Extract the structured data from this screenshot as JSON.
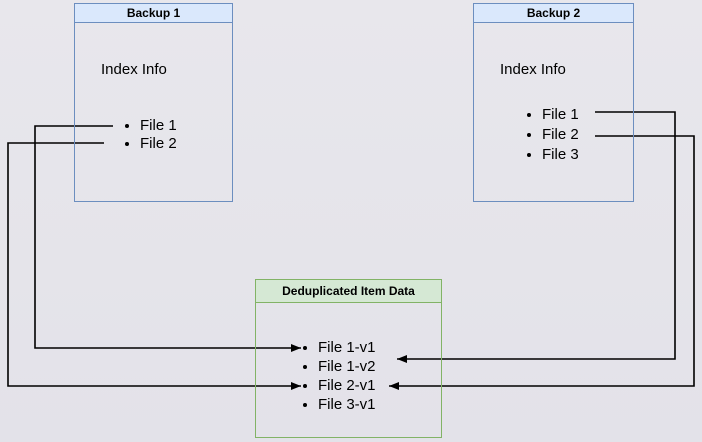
{
  "diagram": {
    "background_color": "#e5e4ea",
    "line_color": "#000000",
    "nodes": {
      "backup1": {
        "title": "Backup 1",
        "body_label": "Index Info",
        "files": [
          "File 1",
          "File 2"
        ],
        "header_fill": "#dae8fc",
        "border_color": "#6c8ebf"
      },
      "backup2": {
        "title": "Backup 2",
        "body_label": "Index Info",
        "files": [
          "File 1",
          "File 2",
          "File 3"
        ],
        "header_fill": "#dae8fc",
        "border_color": "#6c8ebf"
      },
      "dedup": {
        "title": "Deduplicated Item Data",
        "items": [
          "File 1-v1",
          "File 1-v2",
          "File 2-v1",
          "File 3-v1"
        ],
        "header_fill": "#d5e8d4",
        "border_color": "#82b366"
      }
    },
    "edges": [
      {
        "from": "Backup 1 / File 1",
        "to": "Deduplicated Item Data / File 1-v1",
        "arrow": "filled-triangle"
      },
      {
        "from": "Backup 1 / File 2",
        "to": "Deduplicated Item Data / File 2-v1",
        "arrow": "filled-triangle"
      },
      {
        "from": "Backup 2 / File 1",
        "to": "Deduplicated Item Data / File 1-v2",
        "arrow": "filled-triangle"
      },
      {
        "from": "Backup 2 / File 2",
        "to": "Deduplicated Item Data / File 2-v1",
        "arrow": "filled-triangle"
      }
    ]
  }
}
